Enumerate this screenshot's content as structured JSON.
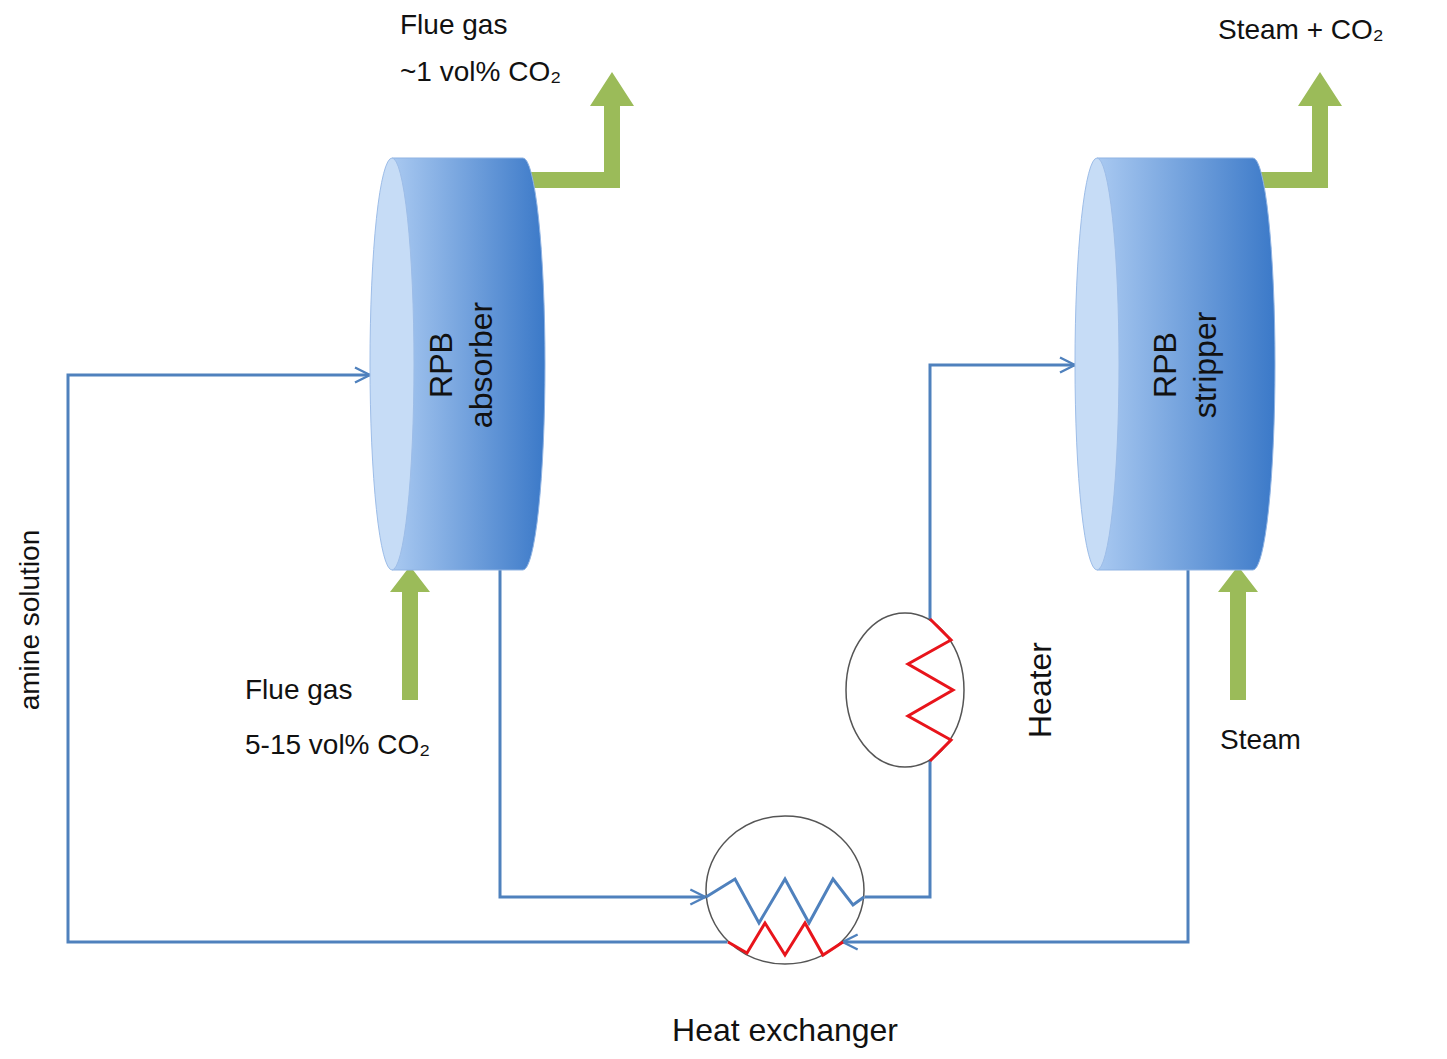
{
  "diagram": {
    "nodes": [
      {
        "text": [
          "RPB absorber"
        ]
      },
      {
        "text": [
          "RPB stripper"
        ]
      },
      {
        "text": [
          "Heater"
        ]
      },
      {
        "text": [
          "Heat exchanger"
        ]
      }
    ],
    "edges": [
      {
        "from": 0,
        "to": 3,
        "arrow": "to"
      },
      {
        "from": 3,
        "to": 2,
        "arrow": "none"
      },
      {
        "from": 2,
        "to": 1,
        "arrow": "to"
      },
      {
        "from": 1,
        "to": 3,
        "arrow": "to"
      },
      {
        "from": 3,
        "to": 0,
        "label": "amine solution",
        "arrow": "to"
      }
    ],
    "labels": [
      "Flue gas",
      "~1 vol% CO₂",
      "Flue gas",
      "5-15 vol% CO₂",
      "Steam + CO₂",
      "Steam"
    ]
  }
}
